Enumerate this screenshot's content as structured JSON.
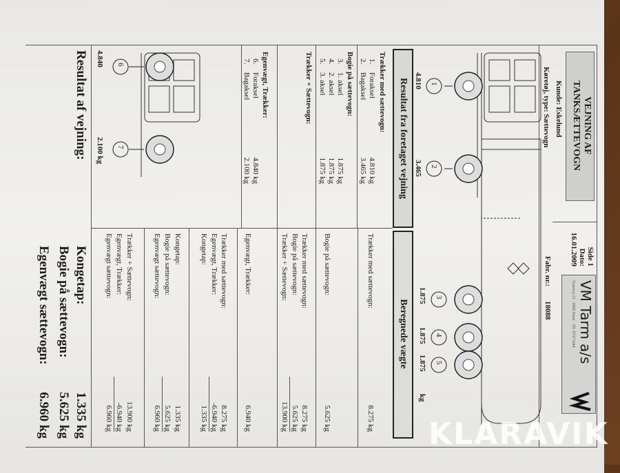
{
  "header": {
    "title_line1": "VEJNING AF",
    "title_line2": "TANKSÆTTEVOGN",
    "kunde": "Kunde: Eskelund",
    "koeretoej": "Køretøj, type: Sættevogn",
    "side": "Side 1",
    "dato_label": "Dato:",
    "dato": "16.01.2009",
    "fabr_label": "Fabr. nr.:",
    "fabr_nr": "18088",
    "logo_text": "VM Tarm a/s",
    "logo_sub": "Tværvej 23 · 6880 Tarm · Tlf. 97371644"
  },
  "diagram": {
    "axles": [
      {
        "num": "1",
        "weight": "4.810"
      },
      {
        "num": "2",
        "weight": "3.465"
      },
      {
        "num": "3",
        "weight": "1.875"
      },
      {
        "num": "4",
        "weight": "1.875"
      },
      {
        "num": "5",
        "weight": "1.875"
      }
    ],
    "unit": "kg",
    "tractor_axles": [
      {
        "num": "6",
        "weight": "4.840"
      },
      {
        "num": "7",
        "weight": "2.100 kg"
      }
    ]
  },
  "left": {
    "title": "Resultat fra foretaget vejning",
    "s1_title": "Trækker med sættevogn:",
    "s1_rows": [
      {
        "n": "1.",
        "label": "Foraksel",
        "value": "4.810 kg"
      },
      {
        "n": "2.",
        "label": "Bagaksel",
        "value": "3.465 kg"
      }
    ],
    "s2_title": "Bogie på sættevogn:",
    "s2_rows": [
      {
        "n": "3.",
        "label": "1. aksel",
        "value": "1.875 kg"
      },
      {
        "n": "4.",
        "label": "2. aksel",
        "value": "1.875 kg"
      },
      {
        "n": "5.",
        "label": "3. aksel",
        "value": "1.875 kg"
      }
    ],
    "s3_title": "Trækker + Sættevogn:",
    "s4_title": "Egenvægt, Trækker:",
    "s4_rows": [
      {
        "n": "6.",
        "label": "Foraksel",
        "value": "4.840 kg"
      },
      {
        "n": "7.",
        "label": "Bagaksel",
        "value": "2.100 kg"
      }
    ]
  },
  "right": {
    "title": "Beregnede vægte",
    "rows": [
      {
        "label": "Trækker med sættevogn:",
        "value": "8.275 kg"
      },
      {
        "label": "Bogie på sættevogn:",
        "value": "5.625 kg"
      },
      {
        "label": "Trækker med sættevogn:",
        "value": "8.275 kg"
      },
      {
        "label": "Bogie på sættevogn:",
        "value": "5.625 kg"
      },
      {
        "label": "Trækker + Sættevogn:",
        "value": "13.900 kg"
      },
      {
        "label": "Egenvægt, Trækker:",
        "value": "6.940 kg"
      },
      {
        "label": "Trækker med sættevogn:",
        "value": "8.275 kg"
      },
      {
        "label": "Egenvægt, Trækker:",
        "value": "-6.940 kg"
      },
      {
        "label": "Kongetap:",
        "value": "1.335 kg"
      },
      {
        "label": "Kongetap:",
        "value": "1.335 kg"
      },
      {
        "label": "Bogie på sættevogn:",
        "value": "5.625 kg"
      },
      {
        "label": "Egenvægt sættevogn:",
        "value": "6.960 kg"
      },
      {
        "label": "Trækker + Sættevogn:",
        "value": "13.900 kg"
      },
      {
        "label": "Egenvægt, Trækker:",
        "value": "-6.940 kg"
      },
      {
        "label": "Egenvægt sættevogn:",
        "value": "6.960 kg"
      }
    ]
  },
  "result": {
    "title": "Resultat af vejning:",
    "rows": [
      {
        "label": "Kongetap:",
        "value": "1.335 kg"
      },
      {
        "label": "Bogie på sættevogn:",
        "value": "5.625 kg"
      },
      {
        "label": "Egenvægt sættevogn:",
        "value": "6.960 kg"
      }
    ]
  },
  "watermark": "KLARAVIK"
}
